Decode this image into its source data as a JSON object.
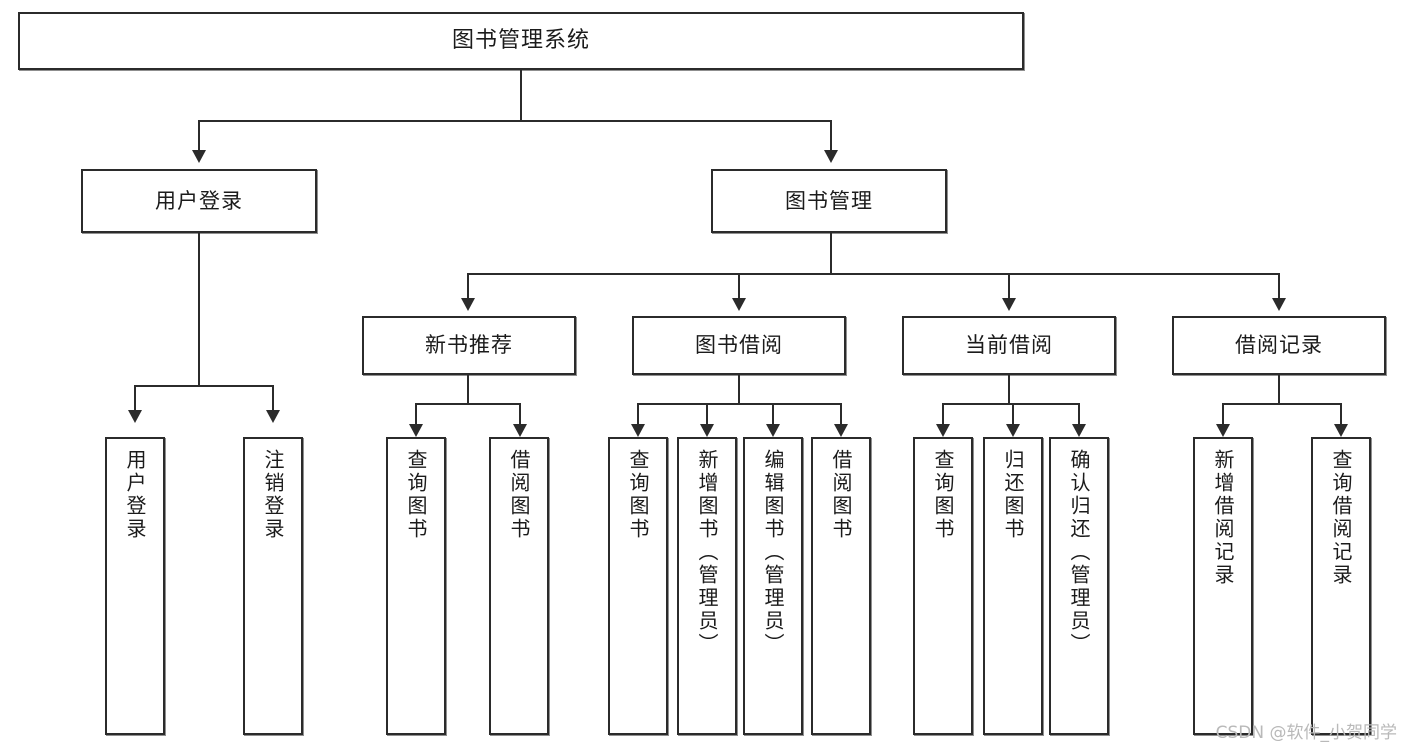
{
  "diagram": {
    "title": "图书管理系统",
    "type": "tree",
    "watermark": "CSDN @软件_小贺同学",
    "accent_color": "#2b2b2b",
    "background_color": "#ffffff",
    "levels": 4
  },
  "root": {
    "label": "图书管理系统"
  },
  "level2": [
    {
      "label": "用户登录"
    },
    {
      "label": "图书管理"
    }
  ],
  "level3": [
    {
      "label": "新书推荐"
    },
    {
      "label": "图书借阅"
    },
    {
      "label": "当前借阅"
    },
    {
      "label": "借阅记录"
    }
  ],
  "leaves": {
    "user_login": [
      {
        "label": "用户登录"
      },
      {
        "label": "注销登录"
      }
    ],
    "new_books": [
      {
        "label": "查询图书"
      },
      {
        "label": "借阅图书"
      }
    ],
    "book_borrow": [
      {
        "label": "查询图书"
      },
      {
        "label": "新增图书（管理员）"
      },
      {
        "label": "编辑图书（管理员）"
      },
      {
        "label": "借阅图书"
      }
    ],
    "current_borrow": [
      {
        "label": "查询图书"
      },
      {
        "label": "归还图书"
      },
      {
        "label": "确认归还（管理员）"
      }
    ],
    "borrow_records": [
      {
        "label": "新增借阅记录"
      },
      {
        "label": "查询借阅记录"
      }
    ]
  }
}
